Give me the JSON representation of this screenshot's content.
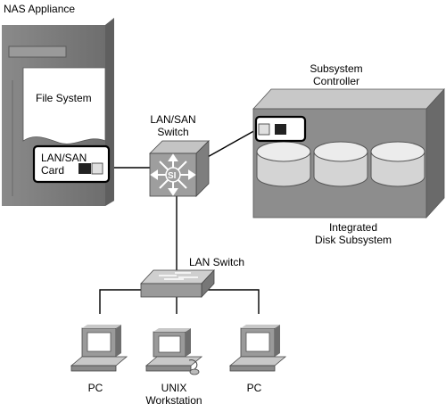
{
  "nas": {
    "title": "NAS Appliance",
    "file_system": "File System",
    "card_line1": "LAN/SAN",
    "card_line2": "Card"
  },
  "lan_san_switch": {
    "line1": "LAN/SAN",
    "line2": "Switch",
    "badge": "SI"
  },
  "subsystem": {
    "controller_line1": "Subsystem",
    "controller_line2": "Controller",
    "label_line1": "Integrated",
    "label_line2": "Disk Subsystem"
  },
  "lan_switch": {
    "label": "LAN Switch"
  },
  "clients": [
    {
      "line1": "PC",
      "line2": ""
    },
    {
      "line1": "UNIX",
      "line2": "Workstation"
    },
    {
      "line1": "PC",
      "line2": ""
    }
  ]
}
